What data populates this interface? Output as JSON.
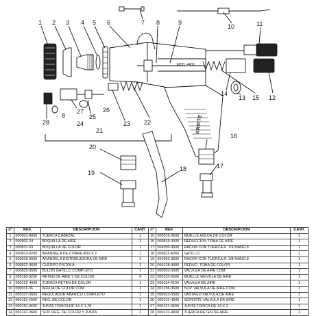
{
  "diagram": {
    "callouts": [
      "1",
      "2",
      "3",
      "4",
      "5",
      "6",
      "7",
      "8",
      "9",
      "10",
      "11",
      "12",
      "13",
      "14",
      "15",
      "16",
      "17",
      "18",
      "19",
      "20",
      "21",
      "22",
      "23",
      "24",
      "25",
      "26",
      "27",
      "28",
      "8"
    ],
    "nozzle_text": "MOD. 4400",
    "brand_text": "KRIPTE"
  },
  "table": {
    "headers": [
      "nº",
      "REF.",
      "DESCRIPCIÓN",
      "CANT.",
      "nº",
      "REF.",
      "DESCRIPCIÓN",
      "CANT."
    ],
    "rows": [
      [
        "1",
        "000901-4000",
        "TUERCA CABEZAL",
        "1",
        "15",
        "000916-3600",
        "MUELLE AGUJA DE COLOR",
        "1"
      ],
      [
        "2",
        "000902-24",
        "BOQUILLA DE AIRE",
        "1",
        "16",
        "000819-4000",
        "REDUCCION TOMA DE AIRE",
        "1"
      ],
      [
        "3",
        "000831-33",
        "BOQUILLA DE COLOR",
        "1",
        "17",
        "004950-3600",
        "RACOR CON TUERCA R. 1/4 MANG.8",
        "1"
      ],
      [
        "4",
        "000813-0200",
        "ARANDELA DE COBRE Ø19 X 2",
        "1",
        "18",
        "000811-4000",
        "GATILLO",
        "1"
      ],
      [
        "5",
        "000818-0500",
        "ARANDELA DISTRIBUIDORA DE AIRE",
        "1",
        "19",
        "004953-3600",
        "RACOR CON TUERCA R. 3/8 MANG.8",
        "1"
      ],
      [
        "6",
        "000822-4600",
        "CUERPO PISTOLA",
        "1",
        "20",
        "000128-4000",
        "REDUC. TOMA DE COLOR",
        "1"
      ],
      [
        "7",
        "000835-3600",
        "BULON GATILLO COMPLETO",
        "1",
        "21",
        "000903-3600",
        "VALVULA DE AIRE COM.",
        "1"
      ],
      [
        "8",
        "000118-0200",
        "RETEN DE AIRE Y DE COLOR",
        "4",
        "22",
        "000113-0600",
        "MUELLE VALVULA DE AIRE",
        "1"
      ],
      [
        "9",
        "000122-4000",
        "TUERCA RETEN DE COLOR",
        "1",
        "23",
        "000114-0100",
        "VALVULA DE AIRE",
        "1"
      ],
      [
        "10",
        "000911-36",
        "AGUJA DE COLOR COM.",
        "1",
        "24",
        "001256-3600",
        "SOP. VALVULA DE AIRE COM.",
        "1"
      ],
      [
        "11",
        "000107-3600",
        "REGULADOR ABANICO COMPLETO",
        "1",
        "25",
        "000923-0500",
        "VASTAGO VALVULA DE AIRE",
        "1"
      ],
      [
        "12",
        "000112-4000",
        "REG. DE COLOR",
        "1",
        "26",
        "000131-4000",
        "SOPORTE VALVULA DE AIRE",
        "1"
      ],
      [
        "13",
        "000110-0600",
        "JUNTA TORICA DE 14 X 1,78",
        "1",
        "27",
        "000117-0600",
        "JUNTA TORICA DE 13 X 2",
        "1"
      ],
      [
        "14",
        "001247-3600",
        "SOP. REG. DE COLOR Y JUNTA",
        "1",
        "28",
        "000121-4000",
        "TUERCA RETEN DE AIRE",
        "1"
      ]
    ]
  }
}
